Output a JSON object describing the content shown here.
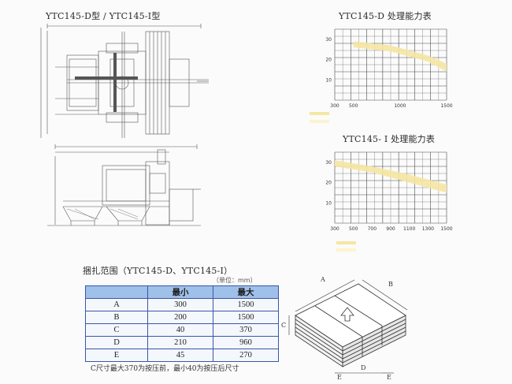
{
  "titles": {
    "machine": "YTC145-D型 / YTC145-I型",
    "chart_d": "YTC145-D 处理能力表",
    "chart_i": "YTC145- I 处理能力表",
    "spec": "捆扎范围（YTC145-D、YTC145-I）"
  },
  "spec_table": {
    "unit": "（单位：mm）",
    "headers": [
      "",
      "最小",
      "最大"
    ],
    "rows": [
      {
        "label": "A",
        "min": "300",
        "max": "1500"
      },
      {
        "label": "B",
        "min": "200",
        "max": "1500"
      },
      {
        "label": "C",
        "min": "40",
        "max": "370"
      },
      {
        "label": "D",
        "min": "210",
        "max": "960"
      },
      {
        "label": "E",
        "min": "45",
        "max": "270"
      }
    ],
    "note": "C尺寸最大370为按压前，最小40为按压后尺寸"
  },
  "bundle_labels": [
    "A",
    "B",
    "C",
    "D",
    "E",
    "E"
  ],
  "colors": {
    "band_dark": "#f5e6a2",
    "band_light": "#fbf4cf",
    "grid": "#4a4a4a",
    "table_header": "#9fc0e8",
    "table_border": "#3a56a8"
  },
  "chart_data": [
    {
      "type": "area",
      "name_ref": "chart_d",
      "x_ticks": [
        "300",
        "500",
        "1000",
        "1500"
      ],
      "y_ticks": [
        "30",
        "20",
        "10"
      ],
      "xlim": [
        300,
        1500
      ],
      "ylim": [
        0,
        35
      ],
      "series": [
        {
          "x": [
            500,
            900,
            1300,
            1500
          ],
          "upper": [
            29,
            27,
            22,
            18
          ],
          "lower": [
            26,
            24,
            19,
            14
          ]
        }
      ]
    },
    {
      "type": "area",
      "name_ref": "chart_i",
      "x_ticks": [
        "300",
        "500",
        "700",
        "900",
        "1100",
        "1300",
        "1500"
      ],
      "y_ticks": [
        "30",
        "20",
        "10"
      ],
      "xlim": [
        300,
        1500
      ],
      "ylim": [
        0,
        35
      ],
      "series": [
        {
          "x": [
            300,
            700,
            1100,
            1500
          ],
          "upper": [
            31,
            28,
            24,
            19
          ],
          "lower": [
            28,
            25,
            20,
            15
          ]
        }
      ]
    }
  ]
}
